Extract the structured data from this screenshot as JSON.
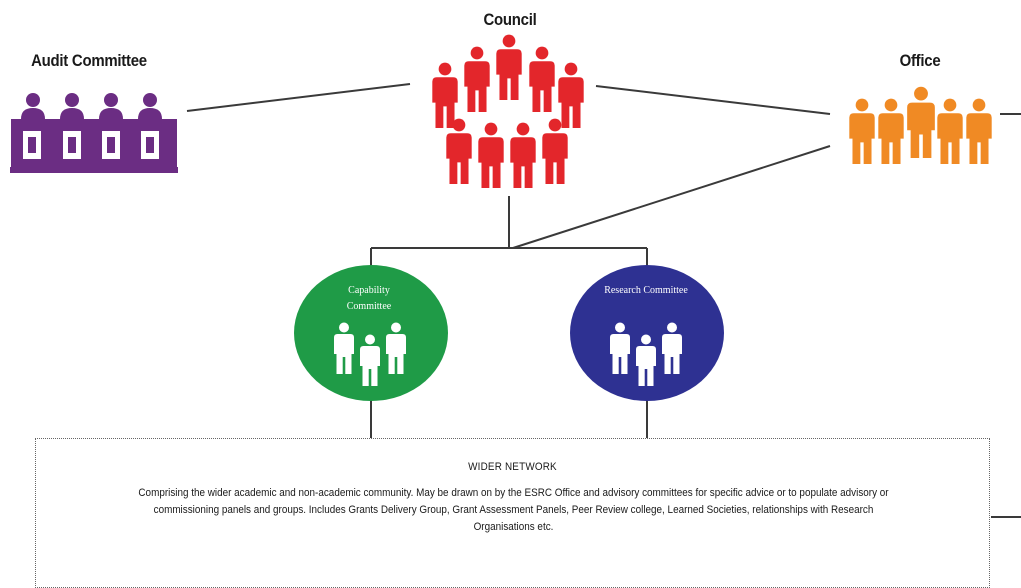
{
  "nodes": {
    "council": {
      "label": "Council",
      "color": "#e3262b"
    },
    "audit": {
      "label": "Audit Committee",
      "color": "#6b2d83"
    },
    "office": {
      "label": "Office",
      "color": "#f08a24"
    },
    "capability": {
      "label": "Capability Committee",
      "color": "#1f9b47"
    },
    "research": {
      "label": "Research Committee",
      "color": "#2e3192"
    }
  },
  "wider_network": {
    "title": "WIDER NETWORK",
    "description": "Comprising the wider academic and non-academic community. May be drawn on by the ESRC Office and advisory committees for specific advice or to populate advisory or commissioning panels and groups. Includes Grants Delivery Group, Grant Assessment Panels, Peer Review college, Learned Societies, relationships with Research Organisations etc."
  },
  "icons": {
    "council": "people-ring-icon",
    "audit": "committee-table-icon",
    "office": "people-group-icon",
    "committee": "three-people-icon"
  }
}
